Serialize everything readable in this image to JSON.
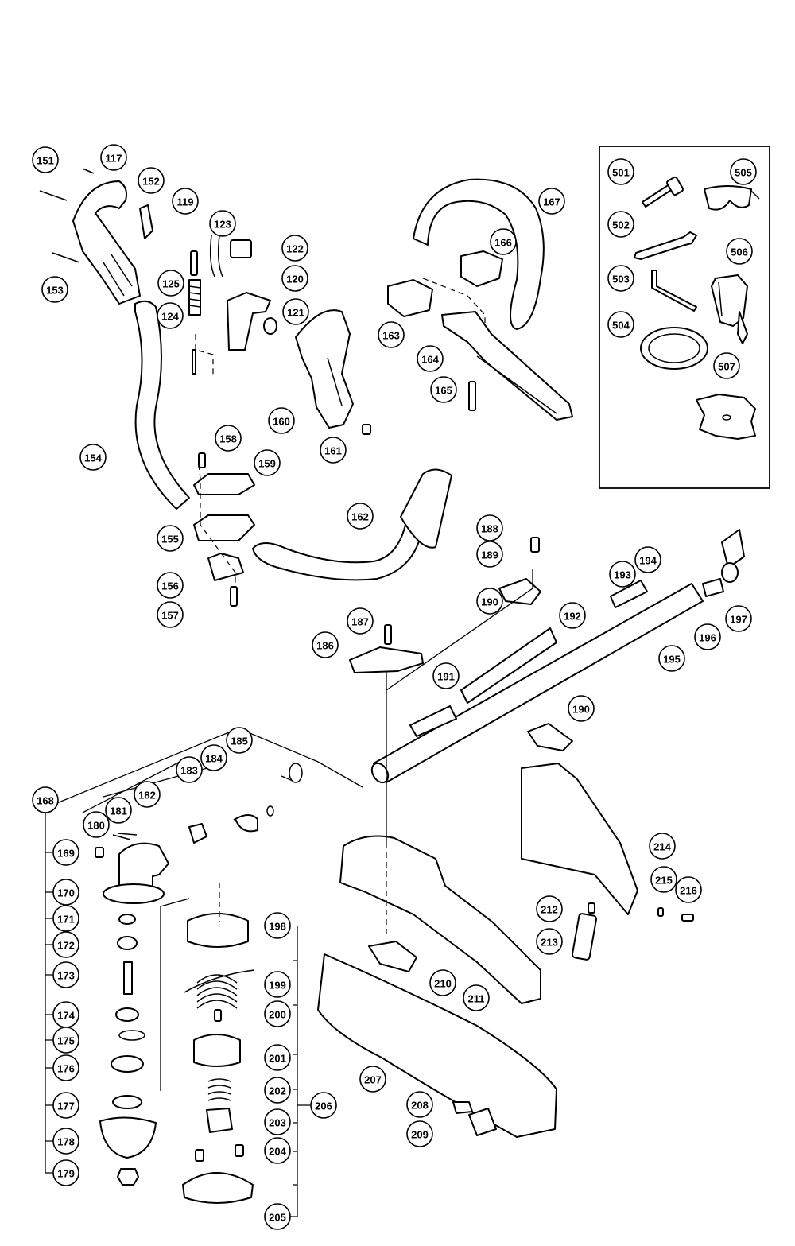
{
  "diagram": {
    "callouts": [
      {
        "id": "c151",
        "label": "151"
      },
      {
        "id": "c117",
        "label": "117"
      },
      {
        "id": "c152",
        "label": "152"
      },
      {
        "id": "c119",
        "label": "119"
      },
      {
        "id": "c153",
        "label": "153"
      },
      {
        "id": "c123",
        "label": "123"
      },
      {
        "id": "c122",
        "label": "122"
      },
      {
        "id": "c125",
        "label": "125"
      },
      {
        "id": "c120",
        "label": "120"
      },
      {
        "id": "c124",
        "label": "124"
      },
      {
        "id": "c121",
        "label": "121"
      },
      {
        "id": "c160",
        "label": "160"
      },
      {
        "id": "c161",
        "label": "161"
      },
      {
        "id": "c154",
        "label": "154"
      },
      {
        "id": "c158",
        "label": "158"
      },
      {
        "id": "c159",
        "label": "159"
      },
      {
        "id": "c155",
        "label": "155"
      },
      {
        "id": "c156",
        "label": "156"
      },
      {
        "id": "c157",
        "label": "157"
      },
      {
        "id": "c162",
        "label": "162"
      },
      {
        "id": "c167",
        "label": "167"
      },
      {
        "id": "c166",
        "label": "166"
      },
      {
        "id": "c163",
        "label": "163"
      },
      {
        "id": "c164",
        "label": "164"
      },
      {
        "id": "c165",
        "label": "165"
      },
      {
        "id": "c501",
        "label": "501"
      },
      {
        "id": "c505",
        "label": "505"
      },
      {
        "id": "c502",
        "label": "502"
      },
      {
        "id": "c506",
        "label": "506"
      },
      {
        "id": "c503",
        "label": "503"
      },
      {
        "id": "c504",
        "label": "504"
      },
      {
        "id": "c507",
        "label": "507"
      },
      {
        "id": "c188",
        "label": "188"
      },
      {
        "id": "c189",
        "label": "189"
      },
      {
        "id": "c190a",
        "label": "190"
      },
      {
        "id": "c193",
        "label": "193"
      },
      {
        "id": "c194",
        "label": "194"
      },
      {
        "id": "c197",
        "label": "197"
      },
      {
        "id": "c187",
        "label": "187"
      },
      {
        "id": "c192",
        "label": "192"
      },
      {
        "id": "c186",
        "label": "186"
      },
      {
        "id": "c196",
        "label": "196"
      },
      {
        "id": "c195",
        "label": "195"
      },
      {
        "id": "c191",
        "label": "191"
      },
      {
        "id": "c190b",
        "label": "190"
      },
      {
        "id": "c185",
        "label": "185"
      },
      {
        "id": "c184",
        "label": "184"
      },
      {
        "id": "c183",
        "label": "183"
      },
      {
        "id": "c168",
        "label": "168"
      },
      {
        "id": "c182",
        "label": "182"
      },
      {
        "id": "c181",
        "label": "181"
      },
      {
        "id": "c180",
        "label": "180"
      },
      {
        "id": "c169",
        "label": "169"
      },
      {
        "id": "c170",
        "label": "170"
      },
      {
        "id": "c171",
        "label": "171"
      },
      {
        "id": "c172",
        "label": "172"
      },
      {
        "id": "c173",
        "label": "173"
      },
      {
        "id": "c174",
        "label": "174"
      },
      {
        "id": "c175",
        "label": "175"
      },
      {
        "id": "c176",
        "label": "176"
      },
      {
        "id": "c177",
        "label": "177"
      },
      {
        "id": "c178",
        "label": "178"
      },
      {
        "id": "c179",
        "label": "179"
      },
      {
        "id": "c198",
        "label": "198"
      },
      {
        "id": "c199",
        "label": "199"
      },
      {
        "id": "c200",
        "label": "200"
      },
      {
        "id": "c201",
        "label": "201"
      },
      {
        "id": "c202",
        "label": "202"
      },
      {
        "id": "c203",
        "label": "203"
      },
      {
        "id": "c204",
        "label": "204"
      },
      {
        "id": "c205",
        "label": "205"
      },
      {
        "id": "c206",
        "label": "206"
      },
      {
        "id": "c214",
        "label": "214"
      },
      {
        "id": "c215",
        "label": "215"
      },
      {
        "id": "c216",
        "label": "216"
      },
      {
        "id": "c212",
        "label": "212"
      },
      {
        "id": "c213",
        "label": "213"
      },
      {
        "id": "c210",
        "label": "210"
      },
      {
        "id": "c211",
        "label": "211"
      },
      {
        "id": "c207",
        "label": "207"
      },
      {
        "id": "c208",
        "label": "208"
      },
      {
        "id": "c209",
        "label": "209"
      }
    ]
  }
}
